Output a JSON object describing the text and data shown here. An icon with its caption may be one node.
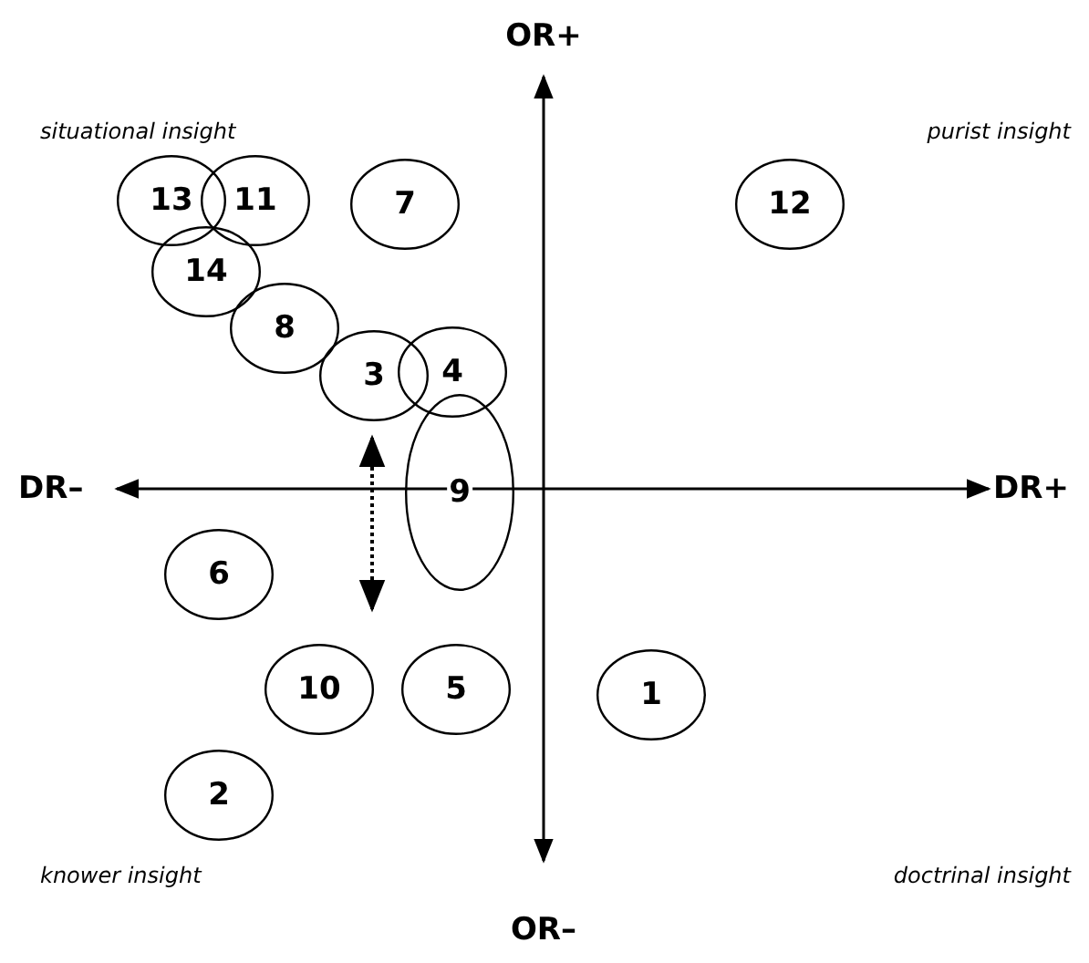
{
  "diagram": {
    "nodes": [
      {
        "text": [
          "13"
        ]
      },
      {
        "text": [
          "11"
        ]
      },
      {
        "text": [
          "7"
        ]
      },
      {
        "text": [
          "12"
        ]
      },
      {
        "text": [
          "14"
        ]
      },
      {
        "text": [
          "8"
        ]
      },
      {
        "text": [
          "3"
        ]
      },
      {
        "text": [
          "4"
        ]
      },
      {
        "text": [
          "9"
        ]
      },
      {
        "text": [
          "6"
        ]
      },
      {
        "text": [
          "10"
        ]
      },
      {
        "text": [
          "5"
        ]
      },
      {
        "text": [
          "1"
        ]
      },
      {
        "text": [
          "2"
        ]
      }
    ],
    "labels": [
      "OR+",
      "situational insight",
      "purist insight",
      "DR–",
      "DR+",
      "knower insight",
      "doctrinal insight",
      "OR–"
    ]
  }
}
